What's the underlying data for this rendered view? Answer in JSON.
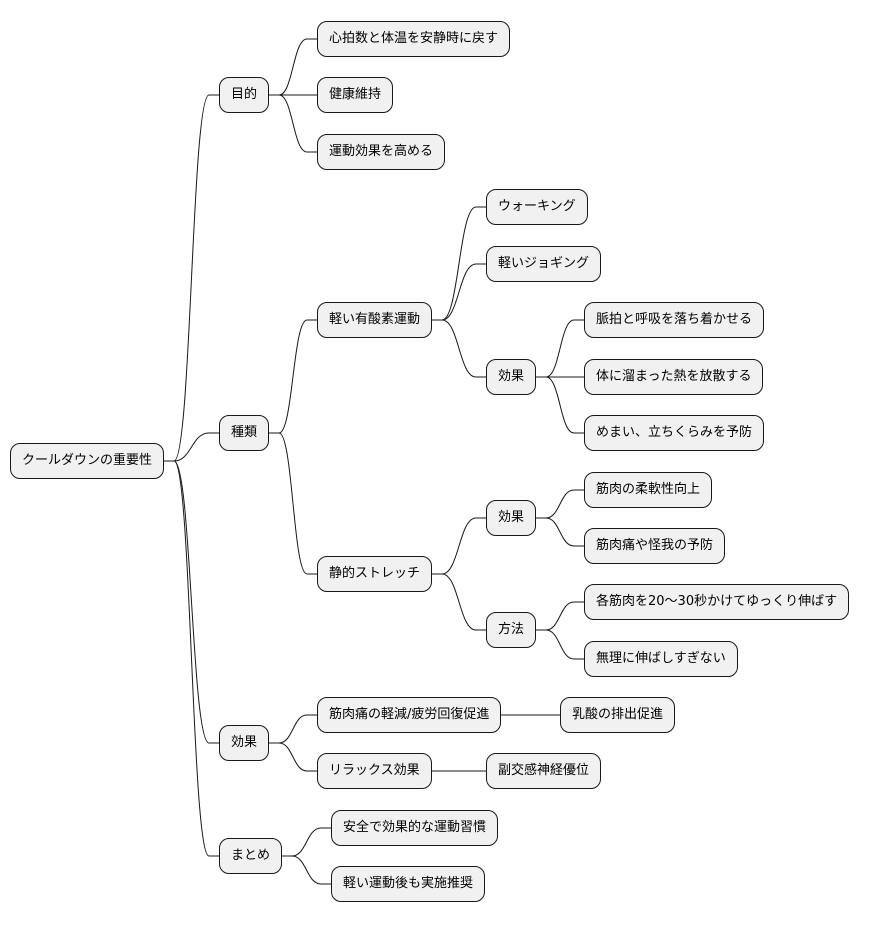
{
  "root": {
    "label": "クールダウンの重要性",
    "children": [
      {
        "label": "目的",
        "children": [
          {
            "label": "心拍数と体温を安静時に戻す"
          },
          {
            "label": "健康維持"
          },
          {
            "label": "運動効果を高める"
          }
        ]
      },
      {
        "label": "種類",
        "children": [
          {
            "label": "軽い有酸素運動",
            "children": [
              {
                "label": "ウォーキング"
              },
              {
                "label": "軽いジョギング"
              },
              {
                "label": "効果",
                "children": [
                  {
                    "label": "脈拍と呼吸を落ち着かせる"
                  },
                  {
                    "label": "体に溜まった熱を放散する"
                  },
                  {
                    "label": "めまい、立ちくらみを予防"
                  }
                ]
              }
            ]
          },
          {
            "label": "静的ストレッチ",
            "children": [
              {
                "label": "効果",
                "children": [
                  {
                    "label": "筋肉の柔軟性向上"
                  },
                  {
                    "label": "筋肉痛や怪我の予防"
                  }
                ]
              },
              {
                "label": "方法",
                "children": [
                  {
                    "label": "各筋肉を20〜30秒かけてゆっくり伸ばす"
                  },
                  {
                    "label": "無理に伸ばしすぎない"
                  }
                ]
              }
            ]
          }
        ]
      },
      {
        "label": "効果",
        "children": [
          {
            "label": "筋肉痛の軽減/疲労回復促進",
            "children": [
              {
                "label": "乳酸の排出促進"
              }
            ]
          },
          {
            "label": "リラックス効果",
            "children": [
              {
                "label": "副交感神経優位"
              }
            ]
          }
        ]
      },
      {
        "label": "まとめ",
        "children": [
          {
            "label": "安全で効果的な運動習慣"
          },
          {
            "label": "軽い運動後も実施推奨"
          }
        ]
      }
    ]
  }
}
